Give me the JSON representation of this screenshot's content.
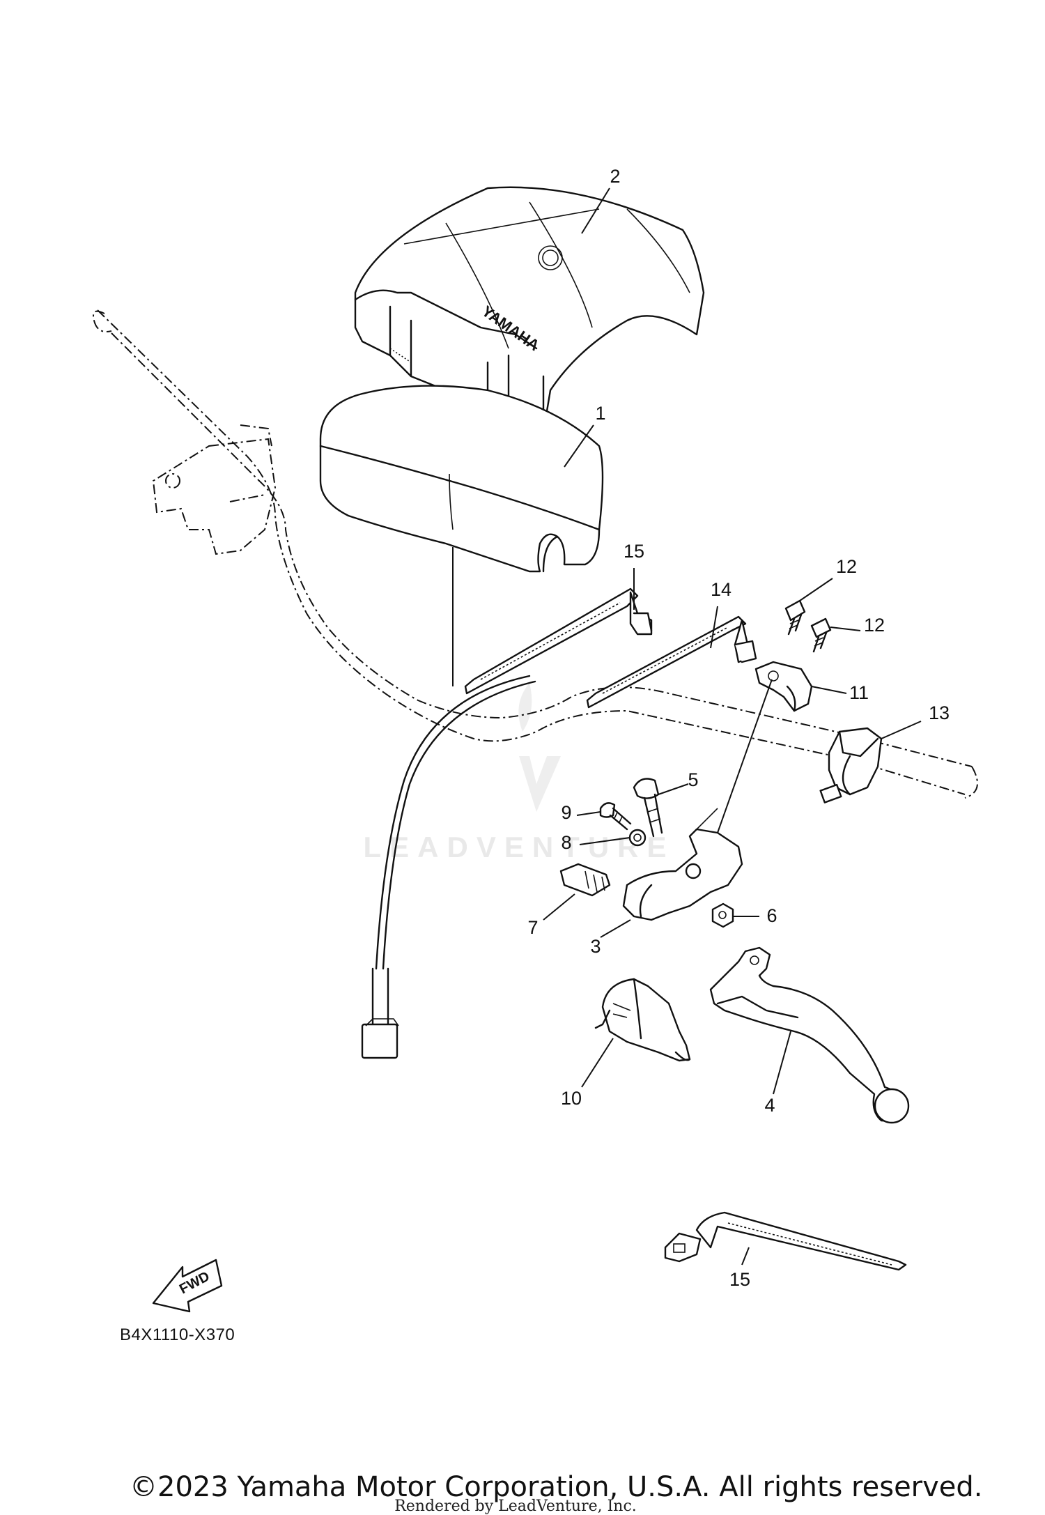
{
  "diagram": {
    "callouts": [
      {
        "id": "c2",
        "label": "2"
      },
      {
        "id": "c1",
        "label": "1"
      },
      {
        "id": "c15a",
        "label": "15"
      },
      {
        "id": "c14",
        "label": "14"
      },
      {
        "id": "c12a",
        "label": "12"
      },
      {
        "id": "c12b",
        "label": "12"
      },
      {
        "id": "c11",
        "label": "11"
      },
      {
        "id": "c13",
        "label": "13"
      },
      {
        "id": "c5",
        "label": "5"
      },
      {
        "id": "c9",
        "label": "9"
      },
      {
        "id": "c8",
        "label": "8"
      },
      {
        "id": "c6",
        "label": "6"
      },
      {
        "id": "c7",
        "label": "7"
      },
      {
        "id": "c3",
        "label": "3"
      },
      {
        "id": "c10",
        "label": "10"
      },
      {
        "id": "c4",
        "label": "4"
      },
      {
        "id": "c15b",
        "label": "15"
      }
    ],
    "pad_brand_text": "YAMAHA",
    "fwd_text": "FWD",
    "diagram_code": "B4X1110-X370",
    "watermark_text": "LEADVENTURE",
    "copyright": "©2023 Yamaha Motor Corporation, U.S.A. All rights reserved.",
    "rendered_by": "Rendered by LeadVenture, Inc."
  }
}
